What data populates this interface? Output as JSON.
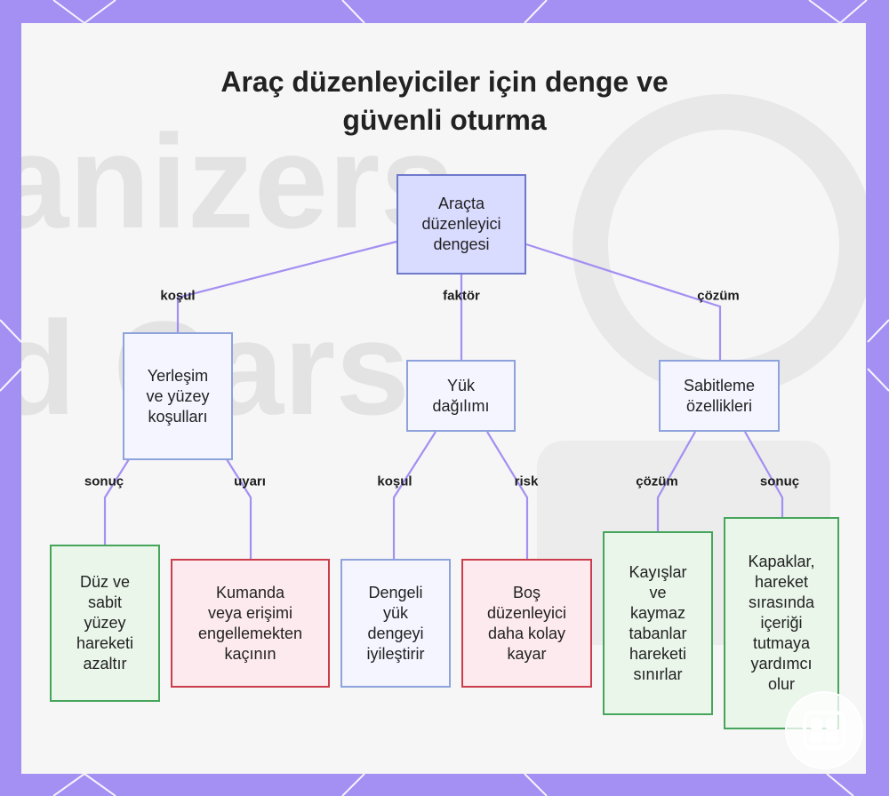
{
  "title": {
    "line1": "Araç düzenleyiciler için denge ve",
    "line2": "güvenli oturma"
  },
  "background_text": [
    "anizers",
    "d Cars"
  ],
  "nodes": {
    "root": [
      "Araçta",
      "düzenleyici",
      "dengesi"
    ],
    "conditions": [
      "Yerleşim",
      "ve yüzey",
      "koşulları"
    ],
    "load": [
      "Yük",
      "dağılımı"
    ],
    "fixing": [
      "Sabitleme",
      "özellikleri"
    ],
    "flat": [
      "Düz ve",
      "sabit",
      "yüzey",
      "hareketi",
      "azaltır"
    ],
    "controls": [
      "Kumanda",
      "veya erişimi",
      "engellemekten",
      "kaçının"
    ],
    "balanced": [
      "Dengeli",
      "yük",
      "dengeyi",
      "iyileştirir"
    ],
    "empty": [
      "Boş",
      "düzenleyici",
      "daha kolay",
      "kayar"
    ],
    "straps": [
      "Kayışlar",
      "ve",
      "kaymaz",
      "tabanlar",
      "hareketi",
      "sınırlar"
    ],
    "lids": [
      "Kapaklar,",
      "hareket",
      "sırasında",
      "içeriği",
      "tutmaya",
      "yardımcı",
      "olur"
    ]
  },
  "edge_labels": {
    "kosul_1": "koşul",
    "faktor": "faktör",
    "cozum_1": "çözüm",
    "sonuc_1": "sonuç",
    "uyari": "uyarı",
    "kosul_2": "koşul",
    "risk": "risk",
    "cozum_2": "çözüm",
    "sonuc_2": "sonuç"
  },
  "colors": {
    "frame": "#a48ff2",
    "edge": "#a48ff2",
    "root_fill": "#d9dbff",
    "green_border": "#45a55a",
    "red_border": "#cc3d4c"
  }
}
